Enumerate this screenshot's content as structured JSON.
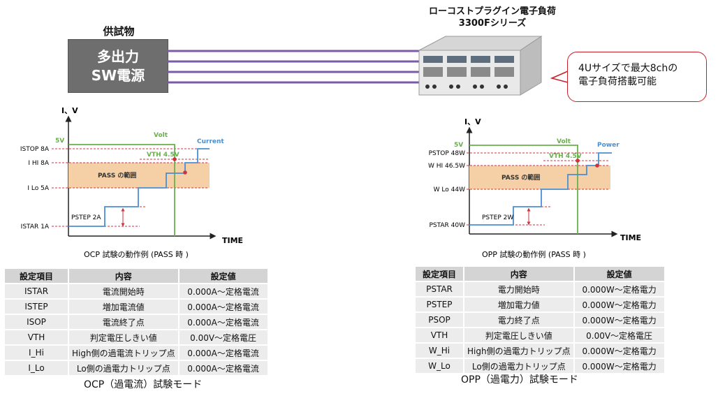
{
  "dut": {
    "label": "供試物",
    "line1": "多出力",
    "line2": "SW電源"
  },
  "load": {
    "title_line1": "ローコストプラグイン電子負荷",
    "title_line2": "3300Fシリーズ"
  },
  "callout": {
    "line1": "4Uサイズで最大8chの",
    "line2": "電子負荷搭載可能"
  },
  "ocp_chart": {
    "y_axis": "I、V",
    "x_axis": "TIME",
    "volt_level": "5V",
    "volt": "Volt",
    "current": "Current",
    "vth": "VTH 4.5V",
    "band": "PASS の範囲",
    "step": "PSTEP 2A",
    "ticks": [
      "ISTOP 8A",
      "I HI 8A",
      "I Lo 5A",
      "ISTAR 1A"
    ],
    "caption": "OCP 試験の動作例 (PASS 時 )"
  },
  "opp_chart": {
    "y_axis": "I、V",
    "x_axis": "TIME",
    "volt_level": "5V",
    "volt": "Volt",
    "power": "Power",
    "vth": "VTH 4.5V",
    "band": "PASS の範囲",
    "step": "PSTEP 2W",
    "ticks": [
      "PSTOP 48W",
      "W HI 46.5W",
      "W Lo 44W",
      "PSTAR 40W"
    ],
    "caption": "OPP 試験の動作例 (PASS 時 )"
  },
  "ocp_table": {
    "headers": [
      "設定項目",
      "内容",
      "設定値"
    ],
    "rows": [
      [
        "ISTAR",
        "電流開始時",
        "0.000A～定格電流"
      ],
      [
        "ISTEP",
        "増加電流値",
        "0.000A～定格電流"
      ],
      [
        "ISOP",
        "電流終了点",
        "0.000A～定格電流"
      ],
      [
        "VTH",
        "判定電圧しきい値",
        "0.00V～定格電圧"
      ],
      [
        "I_Hi",
        "High側の過電流トリップ点",
        "0.000A～定格電流"
      ],
      [
        "I_Lo",
        "Lo側の過電力トリップ点",
        "0.000A～定格電流"
      ]
    ],
    "caption": "OCP（過電流）試験モード"
  },
  "opp_table": {
    "headers": [
      "設定項目",
      "内容",
      "設定値"
    ],
    "rows": [
      [
        "PSTAR",
        "電力開始時",
        "0.000W～定格電力"
      ],
      [
        "PSTEP",
        "増加電力値",
        "0.000W～定格電力"
      ],
      [
        "PSOP",
        "電力終了点",
        "0.000W～定格電力"
      ],
      [
        "VTH",
        "判定電圧しきい値",
        "0.00V～定格電圧"
      ],
      [
        "W_Hi",
        "High側の過電力トリップ点",
        "0.000W～定格電力"
      ],
      [
        "W_Lo",
        "Lo側の過電力トリップ点",
        "0.000W～定格電力"
      ]
    ],
    "caption": "OPP（過電力）試験モード"
  },
  "colors": {
    "wire": "#7b5aa6",
    "volt": "#6ab04c",
    "current": "#4a8fd0",
    "band": "#f5cfa6",
    "threshold": "#d0323c",
    "dut_box": "#6e6e6e"
  }
}
